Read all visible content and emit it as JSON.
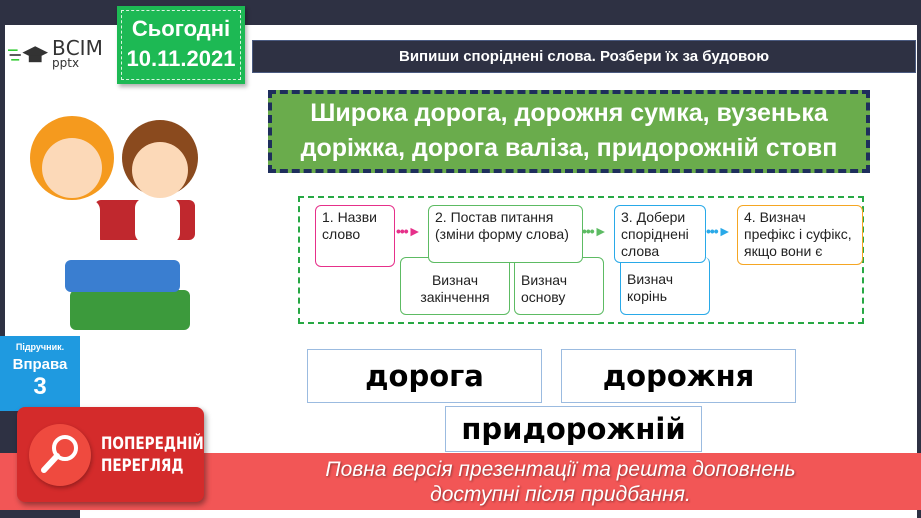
{
  "logo": {
    "name": "ВСІМ",
    "sub": "pptx"
  },
  "date": {
    "label": "Сьогодні",
    "value": "10.11.2021"
  },
  "task_title": "Випиши споріднені слова. Розбери їх за будовою",
  "phrase": {
    "line1": "Широка дорога, дорожня сумка, вузенька",
    "line2": "доріжка, дорога валіза, придорожній стовп"
  },
  "steps": [
    {
      "text": "1. Назви слово",
      "color": "#e6308a"
    },
    {
      "text": "2. Постав питання (зміни форму слова)",
      "color": "#5dbb63"
    },
    {
      "text": "3. Добери споріднені слова",
      "color": "#29a9e8"
    },
    {
      "text": "4. Визнач префікс і суфікс, якщо вони є",
      "color": "#f5a623"
    }
  ],
  "substeps": [
    {
      "text": "Визнач закінчення"
    },
    {
      "text": "Визнач основу"
    },
    {
      "text": "Визнач корінь"
    }
  ],
  "words": [
    "дорога",
    "дорожня",
    "придорожній"
  ],
  "exercise": {
    "source": "Підручник.",
    "label": "Вправа",
    "number": "3"
  },
  "preview": {
    "line1": "ПОПЕРЕДНІЙ",
    "line2": "ПЕРЕГЛЯД"
  },
  "banner": {
    "line1": "Повна версія презентації та решта доповнень",
    "line2": "доступні після придбання."
  },
  "colors": {
    "frame": "#2e3143",
    "green": "#6aac4c",
    "date": "#1db954",
    "banner": "#f25656",
    "exercise": "#1f9ae0"
  }
}
